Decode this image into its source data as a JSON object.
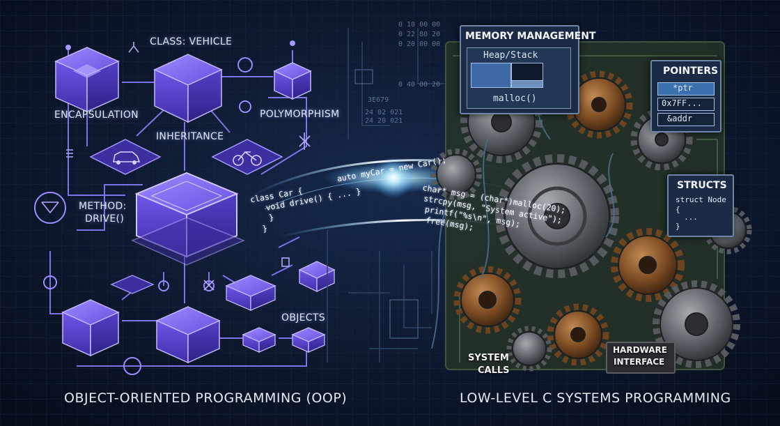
{
  "oop": {
    "class_label": "CLASS: VEHICLE",
    "encapsulation": "ENCAPSULATION",
    "polymorphism": "POLYMORPHISM",
    "inheritance": "INHERITANCE",
    "method_line1": "METHOD:",
    "method_line2": "DRIVE()",
    "objects": "OBJECTS",
    "footer": "OBJECT-ORIENTED PROGRAMMING (OOP)"
  },
  "cpp_code": {
    "line1": "class Car {",
    "line2": "void drive() { ... }",
    "line3": "}",
    "line4": "}",
    "line5": "auto myCar = new Car();"
  },
  "c_code": {
    "line1": "char* msg = (char*)malloc(20);",
    "line2": "strcpy(msg, \"System active\");",
    "line3": "printf(\"%s\\n\", msg);",
    "line4": "free(msg);"
  },
  "lowlevel": {
    "memory_title": "MEMORY MANAGEMENT",
    "heap_stack": "Heap/Stack",
    "malloc": "malloc()",
    "pointers_title": "POINTERS",
    "ptr1": "*ptr",
    "ptr2": "0x7FF...",
    "ptr3": "&addr",
    "structs_title": "STRUCTS",
    "struct_line1": "struct Node",
    "struct_line2": "{",
    "struct_line3": "...",
    "struct_line4": "}",
    "syscalls_line1": "SYSTEM",
    "syscalls_line2": "CALLS",
    "hw_line1": "HARDWARE",
    "hw_line2": "INTERFACE",
    "footer": "LOW-LEVEL C SYSTEMS PROGRAMMING"
  },
  "hex_digits": {
    "h1": "0 10 00 00",
    "h2": "0 22 80 20",
    "h3": "0 20 00 00",
    "h4": "0 40 00 20",
    "h5": "3E679",
    "h6": "24 02 021",
    "h7": "24 20 021"
  },
  "colors": {
    "background": "#0b1426",
    "oop_accent": "#7b5cff",
    "glow": "#9fe6ff",
    "gear_metal": "#6b6e72",
    "gear_rust": "#8a5a2b",
    "circuit_board": "#2c3e2c"
  }
}
